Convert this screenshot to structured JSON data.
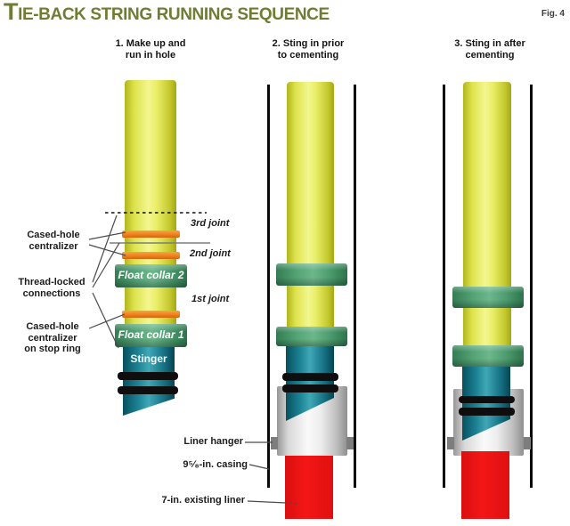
{
  "title": {
    "initial": "T",
    "rest": "IE-BACK STRING RUNNING SEQUENCE"
  },
  "figure_label": "Fig. 4",
  "panels": {
    "p1": {
      "heading": "1. Make up and\nrun in hole"
    },
    "p2": {
      "heading": "2. Sting in prior\nto cementing"
    },
    "p3": {
      "heading": "3. Sting in after\ncementing"
    }
  },
  "part_labels": {
    "float_collar_2": "Float collar 2",
    "float_collar_1": "Float collar 1",
    "stinger": "Stinger"
  },
  "joint_labels": {
    "third": "3rd joint",
    "second": "2nd joint",
    "first": "1st joint"
  },
  "callouts": {
    "cased_hole_centralizer": "Cased-hole\ncentralizer",
    "thread_locked_connections": "Thread-locked\nconnections",
    "cased_hole_centralizer_stop_ring": "Cased-hole\ncentralizer\non stop ring",
    "liner_hanger": "Liner hanger",
    "casing": "9⁵⁄₈-in. casing",
    "existing_liner": "7-in. existing liner"
  },
  "colors": {
    "title_olive": "#6f7d33",
    "pipe_yellow": "#e9ed66",
    "centralizer_orange": "#f0801c",
    "collar_green": "#4d9c6f",
    "stinger_teal": "#1d8495",
    "seal_black": "#0e0e0e",
    "hanger_gray": "#dcdcdc",
    "liner_red": "#ee1212",
    "casing_black": "#0a0a0a"
  }
}
